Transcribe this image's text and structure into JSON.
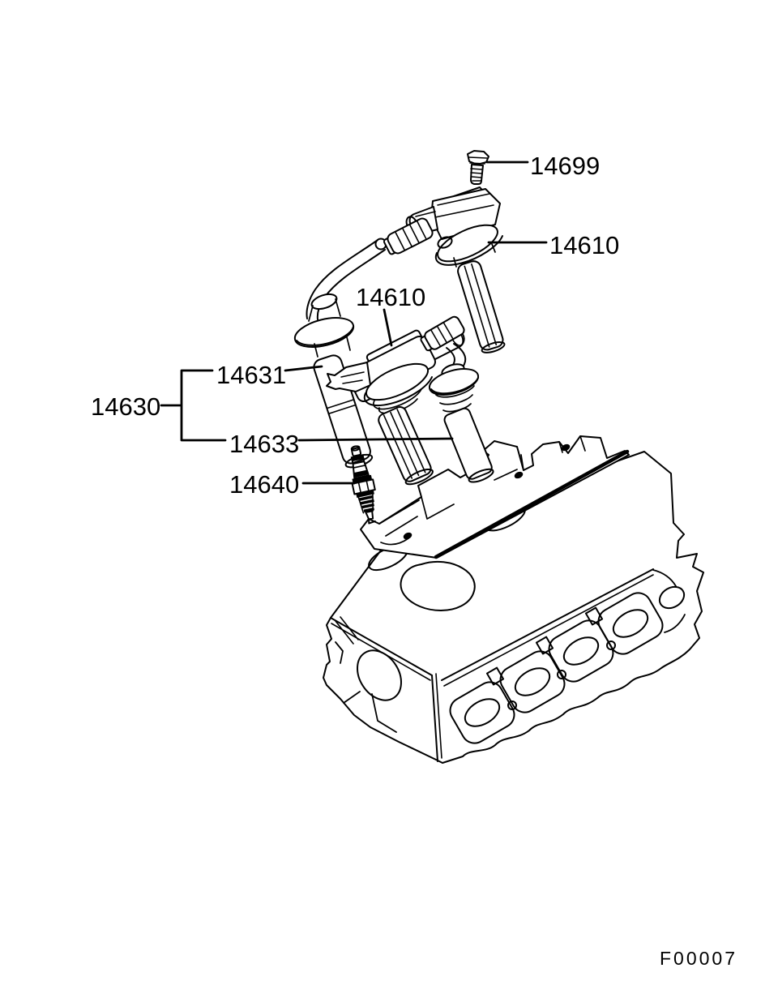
{
  "diagram": {
    "figure_code": "F00007",
    "callouts": [
      {
        "text": "14699",
        "part": "coil-mounting-bolt"
      },
      {
        "text": "14610",
        "part": "ignition-coil"
      },
      {
        "text": "14610",
        "part": "ignition-coil"
      },
      {
        "text": "14631",
        "part": "spark-plug-cable"
      },
      {
        "text": "14630",
        "part": "spark-plug-cable-set",
        "groups": [
          "14631",
          "14633"
        ]
      },
      {
        "text": "14633",
        "part": "spark-plug-cable"
      },
      {
        "text": "14640",
        "part": "spark-plug"
      }
    ]
  },
  "colors": {
    "background": "#ffffff",
    "line": "#000000"
  }
}
